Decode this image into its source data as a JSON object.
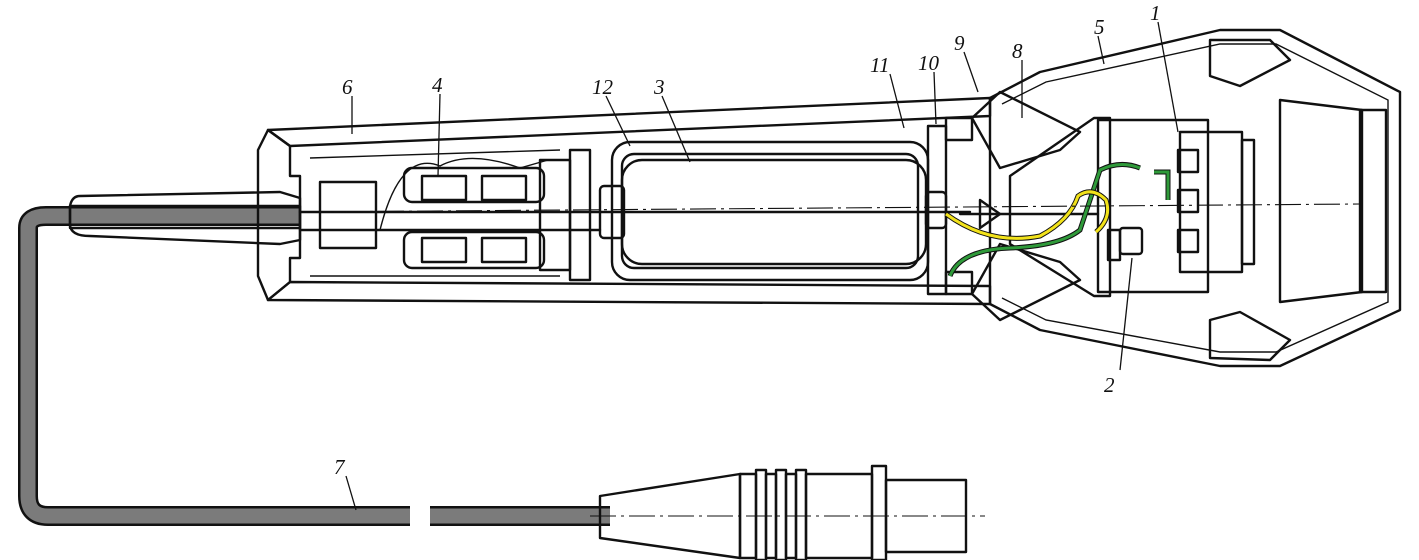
{
  "labels": {
    "l1": "1",
    "l2": "2",
    "l3": "3",
    "l4": "4",
    "l5": "5",
    "l6": "6",
    "l7": "7",
    "l8": "8",
    "l9": "9",
    "l10": "10",
    "l11": "11",
    "l12": "12"
  },
  "colors": {
    "motor": "#2ba3e3",
    "transformer": "#f08a2c",
    "contact": "#e8232e",
    "wire_green": "#2f9a3a",
    "wire_yellow": "#f2e21a",
    "indicator": "#f08a2c",
    "cable": "#7b7b7b",
    "hatch": "#111111"
  }
}
